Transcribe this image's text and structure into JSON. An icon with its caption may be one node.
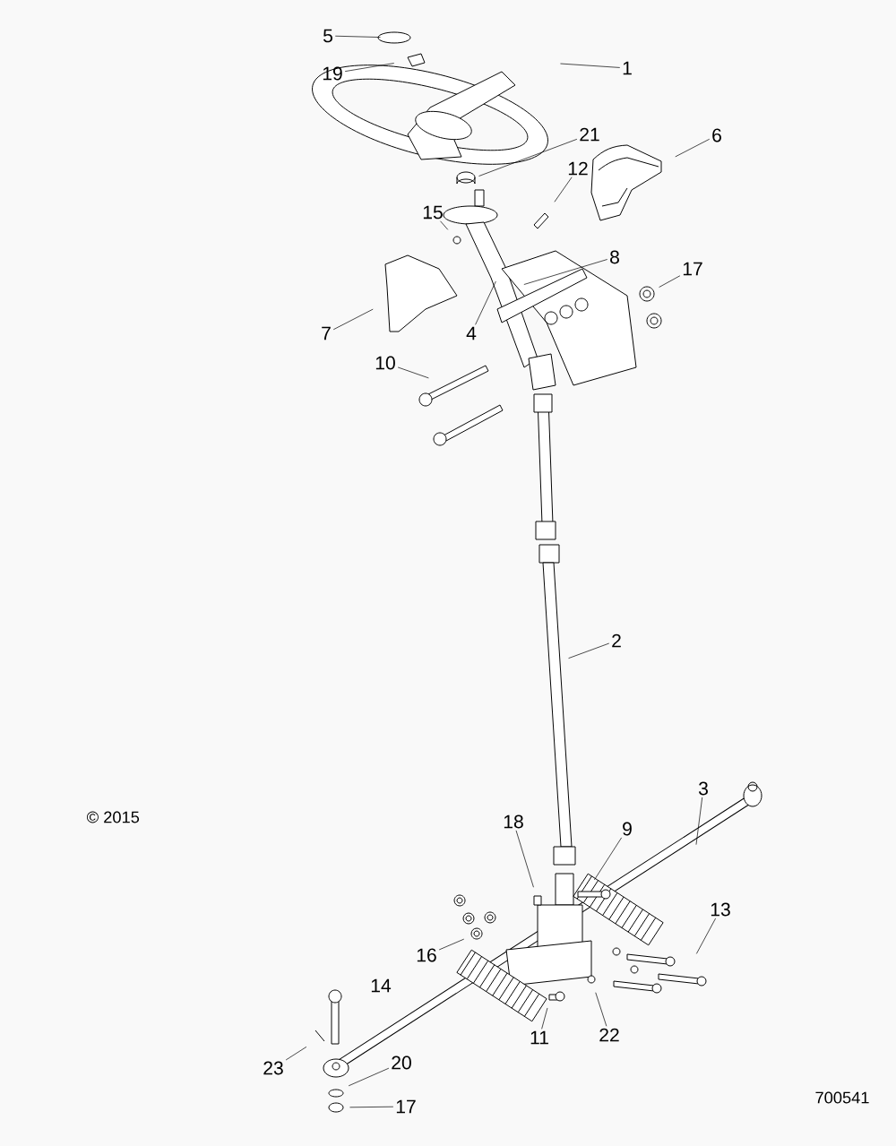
{
  "diagram": {
    "nodes": [
      {
        "text": [
          "5"
        ]
      },
      {
        "text": [
          "19"
        ]
      },
      {
        "text": [
          "1"
        ]
      },
      {
        "text": [
          "21"
        ]
      },
      {
        "text": [
          "12"
        ]
      },
      {
        "text": [
          "6"
        ]
      },
      {
        "text": [
          "15"
        ]
      },
      {
        "text": [
          "8"
        ]
      },
      {
        "text": [
          "17"
        ]
      },
      {
        "text": [
          "4"
        ]
      },
      {
        "text": [
          "7"
        ]
      },
      {
        "text": [
          "10"
        ]
      },
      {
        "text": [
          "2"
        ]
      },
      {
        "text": [
          "3"
        ]
      },
      {
        "text": [
          "18"
        ]
      },
      {
        "text": [
          "9"
        ]
      },
      {
        "text": [
          "13"
        ]
      },
      {
        "text": [
          "16"
        ]
      },
      {
        "text": [
          "11"
        ]
      },
      {
        "text": [
          "22"
        ]
      },
      {
        "text": [
          "23"
        ]
      },
      {
        "text": [
          "20"
        ]
      },
      {
        "text": [
          "17"
        ]
      }
    ],
    "edges": [
      {
        "from": 0,
        "to": null,
        "arrow": "none"
      },
      {
        "from": 1,
        "to": null,
        "arrow": "none"
      },
      {
        "from": 2,
        "to": null,
        "arrow": "none"
      },
      {
        "from": 3,
        "to": null,
        "arrow": "none"
      },
      {
        "from": 4,
        "to": null,
        "arrow": "none"
      },
      {
        "from": 5,
        "to": null,
        "arrow": "none"
      },
      {
        "from": 6,
        "to": null,
        "arrow": "none"
      },
      {
        "from": 7,
        "to": null,
        "arrow": "none"
      },
      {
        "from": 8,
        "to": null,
        "arrow": "none"
      },
      {
        "from": 9,
        "to": null,
        "arrow": "none"
      },
      {
        "from": 10,
        "to": null,
        "arrow": "none"
      },
      {
        "from": 11,
        "to": null,
        "arrow": "none"
      },
      {
        "from": 12,
        "to": null,
        "arrow": "none"
      },
      {
        "from": 13,
        "to": null,
        "arrow": "none"
      },
      {
        "from": 14,
        "to": null,
        "arrow": "none"
      },
      {
        "from": 15,
        "to": null,
        "arrow": "none"
      },
      {
        "from": 16,
        "to": null,
        "arrow": "none"
      },
      {
        "from": 17,
        "to": null,
        "arrow": "none"
      },
      {
        "from": 18,
        "to": null,
        "arrow": "none"
      },
      {
        "from": 19,
        "to": null,
        "arrow": "none"
      },
      {
        "from": 20,
        "to": null,
        "arrow": "none"
      },
      {
        "from": 21,
        "to": null,
        "arrow": "none"
      },
      {
        "from": 22,
        "to": null,
        "arrow": "none"
      }
    ],
    "labels": [
      "© 2015",
      "14",
      "700541"
    ]
  }
}
